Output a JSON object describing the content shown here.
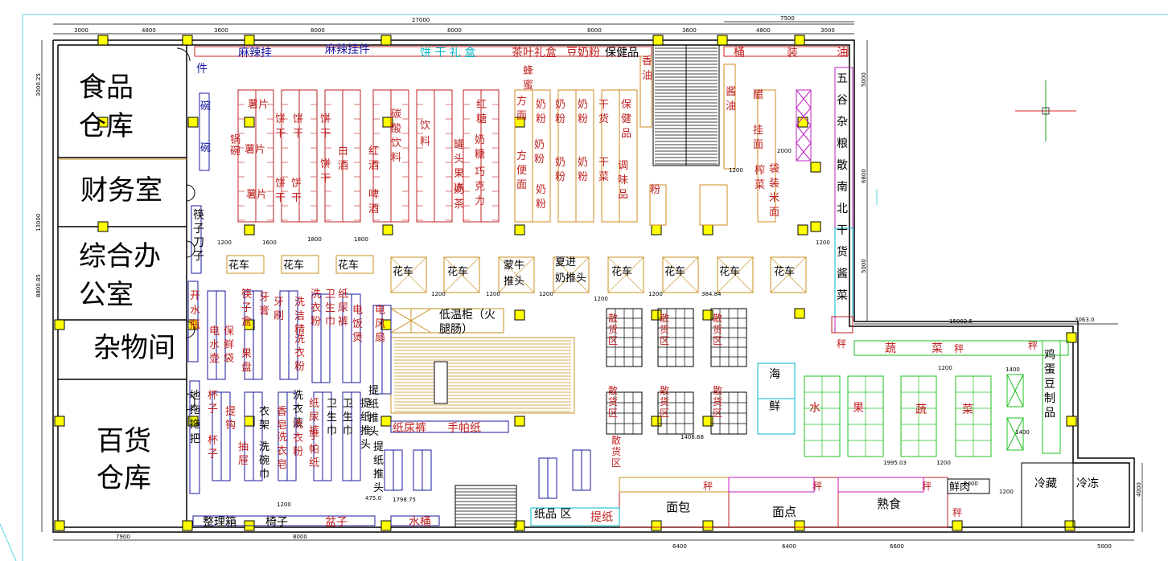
{
  "rooms": {
    "food_storage": [
      "食品",
      "仓库"
    ],
    "finance": "财务室",
    "office": [
      "综合办",
      "公室"
    ],
    "storeroom": "杂物间",
    "general_storage": [
      "百货",
      "仓库"
    ]
  },
  "top_dims": [
    "3000",
    "4800",
    "3600",
    "8000",
    "27000",
    "8000",
    "8000",
    "3600",
    "7500",
    "4800",
    "3000"
  ],
  "left_dims": [
    "3000.25",
    "13000",
    "8800.85"
  ],
  "bottom_dims": [
    "7900",
    "8000",
    "6400",
    "6400",
    "6600",
    "5000"
  ],
  "right_dims": [
    "5000",
    "6800",
    "5000",
    "4000"
  ],
  "misc_dims": [
    "15002.5",
    "3063.0",
    "1600",
    "1800",
    "1800",
    "1200",
    "1200",
    "1200",
    "1200",
    "1200",
    "1200",
    "384.84",
    "1200",
    "475.0",
    "1798.75",
    "1408.68",
    "1200",
    "2000",
    "1200",
    "1200",
    "1400",
    "1400",
    "1995.03",
    "1200",
    "1200",
    "2000"
  ],
  "top_shelf": {
    "spicy1": "麻辣挂",
    "spicy2": "麻辣挂件",
    "jian": "件",
    "cookie_gift": "饼 干 礼 盒",
    "tea_gift": "茶叶礼盒",
    "milk_powder": "豆奶粉",
    "health": "保健品",
    "oil1": "桶",
    "oil2": "装",
    "oil3": "油"
  },
  "west_wall": {
    "bowl": [
      "碗",
      "碗"
    ],
    "chopsticks": [
      "筷",
      "子",
      "刀",
      "子"
    ],
    "kettle": [
      "开",
      "水",
      "瓶"
    ],
    "mop": [
      "地",
      "拖",
      "拖",
      "把"
    ]
  },
  "food_aisles": [
    [
      "锅",
      "碗"
    ],
    [
      "薯片"
    ],
    [
      "薯片"
    ],
    [
      "薯片"
    ],
    [
      "饼",
      "干"
    ],
    [
      "饼",
      "干"
    ],
    [
      "饼",
      "干"
    ],
    [
      "饼",
      "干"
    ],
    [
      "饼",
      "干"
    ],
    [
      "饼",
      "干"
    ],
    [
      "白",
      "酒"
    ],
    [
      "红",
      "酒"
    ],
    [
      "啤",
      "酒"
    ],
    [
      "碳",
      "酸",
      "饮",
      "料"
    ],
    [
      "饮",
      "料"
    ],
    [
      "罐",
      "头",
      "果",
      "冻"
    ],
    [
      "奶",
      "茶"
    ],
    [
      "红",
      "糖"
    ],
    [
      "奶",
      "糖"
    ],
    [
      "巧",
      "克",
      "力"
    ],
    [
      "蜂",
      "蜜"
    ],
    [
      "方",
      "面"
    ],
    [
      "方",
      "便",
      "面"
    ],
    [
      "奶",
      "粉"
    ],
    [
      "奶",
      "粉"
    ],
    [
      "奶",
      "粉"
    ],
    [
      "奶",
      "粉"
    ],
    [
      "奶",
      "粉"
    ],
    [
      "奶",
      "粉"
    ],
    [
      "奶",
      "粉"
    ],
    [
      "干",
      "货"
    ],
    [
      "干",
      "菜"
    ],
    [
      "保",
      "健",
      "品"
    ],
    [
      "调",
      "味",
      "品"
    ],
    [
      "香",
      "油"
    ],
    [
      "酱",
      "油"
    ],
    [
      "醋"
    ],
    [
      "挂",
      "面"
    ],
    [
      "榨",
      "菜"
    ],
    [
      "袋",
      "装",
      "米",
      "面"
    ],
    [
      "粉"
    ]
  ],
  "grains": [
    "五",
    "谷",
    "杂",
    "粮",
    "散",
    "南",
    "北",
    "干",
    "货",
    "酱",
    "菜"
  ],
  "flower_carts": [
    "花车",
    "花车",
    "花车",
    "花车",
    "花车",
    "蒙牛",
    "推头",
    "夏进",
    "奶推头",
    "花车",
    "花车",
    "花车",
    "花车"
  ],
  "cold": {
    "label": "低温柜（火",
    "label2": "腿肠）"
  },
  "daily_aisles": [
    [
      "电",
      "水",
      "壶"
    ],
    [
      "保",
      "鲜",
      "袋"
    ],
    [
      "筷",
      "子",
      "盒"
    ],
    [
      "果",
      "盘"
    ],
    [
      "牙",
      "膏"
    ],
    [
      "牙",
      "刷"
    ],
    [
      "洗",
      "洁",
      "精"
    ],
    [
      "洗",
      "衣",
      "粉"
    ],
    [
      "洗",
      "衣",
      "粉"
    ],
    [
      "卫",
      "生",
      "巾"
    ],
    [
      "纸",
      "尿",
      "裤"
    ],
    [
      "电",
      "饭",
      "煲"
    ],
    [
      "电",
      "风",
      "扇"
    ],
    [
      "杯",
      "子"
    ],
    [
      "杯",
      "子"
    ],
    [
      "提",
      "钩"
    ],
    [
      "抽",
      "屉"
    ],
    [
      "衣",
      "架"
    ],
    [
      "洗",
      "碗",
      "巾"
    ],
    [
      "香",
      "皂"
    ],
    [
      "洗",
      "衣",
      "皂"
    ],
    [
      "洗",
      "衣",
      "液"
    ],
    [
      "洗",
      "衣",
      "粉"
    ],
    [
      "纸",
      "尿",
      "裤"
    ],
    [
      "手",
      "帕",
      "纸"
    ],
    [
      "卫",
      "生",
      "巾"
    ],
    [
      "卫",
      "生",
      "巾"
    ],
    [
      "提",
      "纸",
      "推",
      "头"
    ],
    [
      "提",
      "纸",
      "推",
      "头"
    ],
    [
      "提",
      "纸",
      "推",
      "头"
    ]
  ],
  "bulk": [
    "散",
    "货",
    "区"
  ],
  "bottom_bar": {
    "item1": "整理箱",
    "item2": "椅子",
    "item3": "盆子",
    "item4": "水桶",
    "paper_zone": "纸品 区",
    "paper": "提纸",
    "diapers": "纸尿裤",
    "tissue": "手帕纸"
  },
  "fresh": {
    "veg1": "蔬",
    "veg2": "菜",
    "fruit1": "水",
    "fruit2": "果",
    "veg3": "蔬",
    "veg4": "菜",
    "seafood1": "海",
    "seafood2": "鲜",
    "eggs": [
      "鸡",
      "蛋",
      "豆",
      "制",
      "品"
    ],
    "weigh": "秤",
    "bread": "面包",
    "pastry": "面点",
    "deli": "熟食",
    "fresh_meat": "鲜肉",
    "chill": "冷藏",
    "freeze": "冷冻"
  }
}
